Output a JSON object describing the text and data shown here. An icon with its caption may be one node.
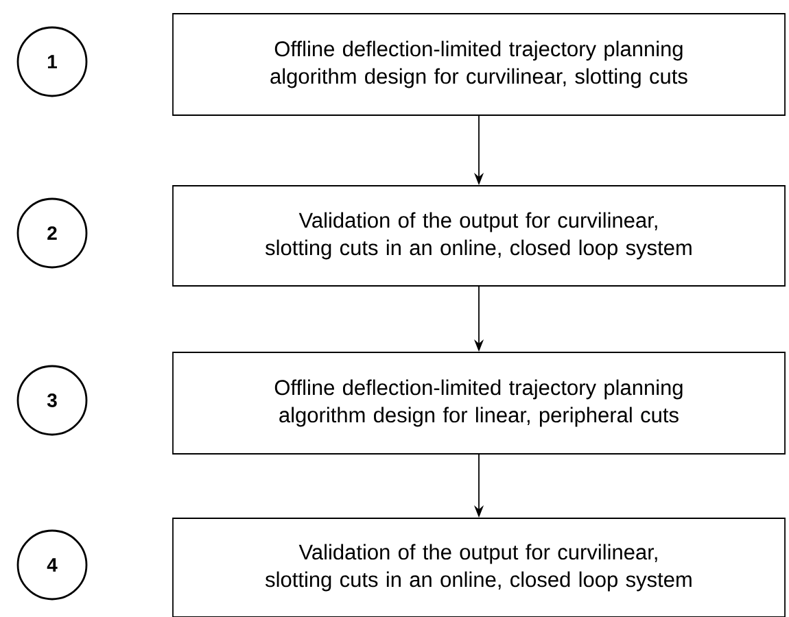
{
  "diagram": {
    "nodes": [
      {
        "text": [
          "1"
        ]
      },
      {
        "text": [
          "Offline deflection-limited trajectory planning algorithm design for curvilinear, slotting cuts"
        ]
      },
      {
        "text": [
          "2"
        ]
      },
      {
        "text": [
          "Validation of the output for curvilinear, slotting cuts in an online, closed loop system"
        ]
      },
      {
        "text": [
          "3"
        ]
      },
      {
        "text": [
          "Offline deflection-limited trajectory planning algorithm design for linear, peripheral cuts"
        ]
      },
      {
        "text": [
          "4"
        ]
      },
      {
        "text": [
          "Validation of the output for curvilinear, slotting cuts in an online, closed loop system"
        ]
      }
    ],
    "edges": [
      {
        "from": 1,
        "to": 3,
        "arrow": "to"
      },
      {
        "from": 3,
        "to": 5,
        "arrow": "to"
      },
      {
        "from": 5,
        "to": 7,
        "arrow": "to"
      }
    ]
  }
}
